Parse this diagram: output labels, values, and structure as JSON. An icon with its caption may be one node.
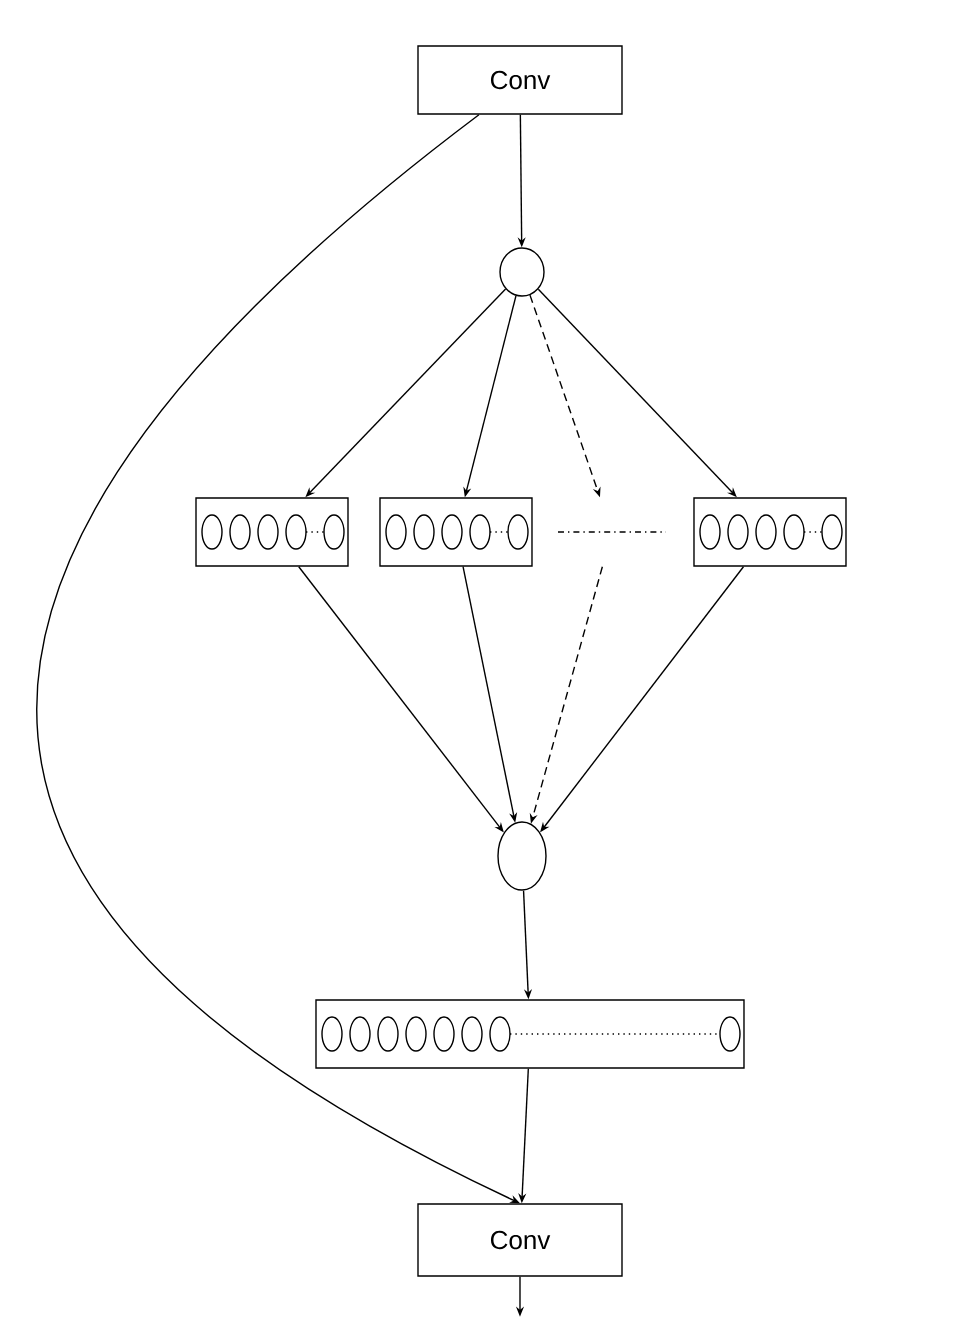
{
  "diagram": {
    "nodes": [
      {
        "text": [
          "Conv"
        ]
      },
      {
        "text": [],
        "shape": "circle"
      },
      {
        "text": [],
        "shape": "box"
      },
      {
        "text": [],
        "shape": "box"
      },
      {
        "text": [],
        "shape": "bar"
      },
      {
        "text": [],
        "shape": "box"
      },
      {
        "text": [],
        "shape": "circle"
      },
      {
        "text": [],
        "shape": "box"
      },
      {
        "text": [
          "Conv"
        ]
      }
    ],
    "edges": [
      {
        "from": 0,
        "to": 1,
        "arrow": "to"
      },
      {
        "from": 1,
        "to": 2,
        "arrow": "to"
      },
      {
        "from": 1,
        "to": 3,
        "arrow": "to"
      },
      {
        "from": 1,
        "to": 4,
        "arrow": "to",
        "style": "dashed"
      },
      {
        "from": 1,
        "to": 5,
        "arrow": "to"
      },
      {
        "from": 2,
        "to": 6,
        "arrow": "to"
      },
      {
        "from": 3,
        "to": 6,
        "arrow": "to"
      },
      {
        "from": 4,
        "to": 6,
        "arrow": "to",
        "style": "dashed"
      },
      {
        "from": 5,
        "to": 6,
        "arrow": "to"
      },
      {
        "from": 6,
        "to": 7,
        "arrow": "to"
      },
      {
        "from": 7,
        "to": 8,
        "arrow": "to"
      },
      {
        "from": 0,
        "to": 8,
        "arrow": "to"
      },
      {
        "from": 8,
        "to": null,
        "arrow": "to"
      }
    ]
  }
}
